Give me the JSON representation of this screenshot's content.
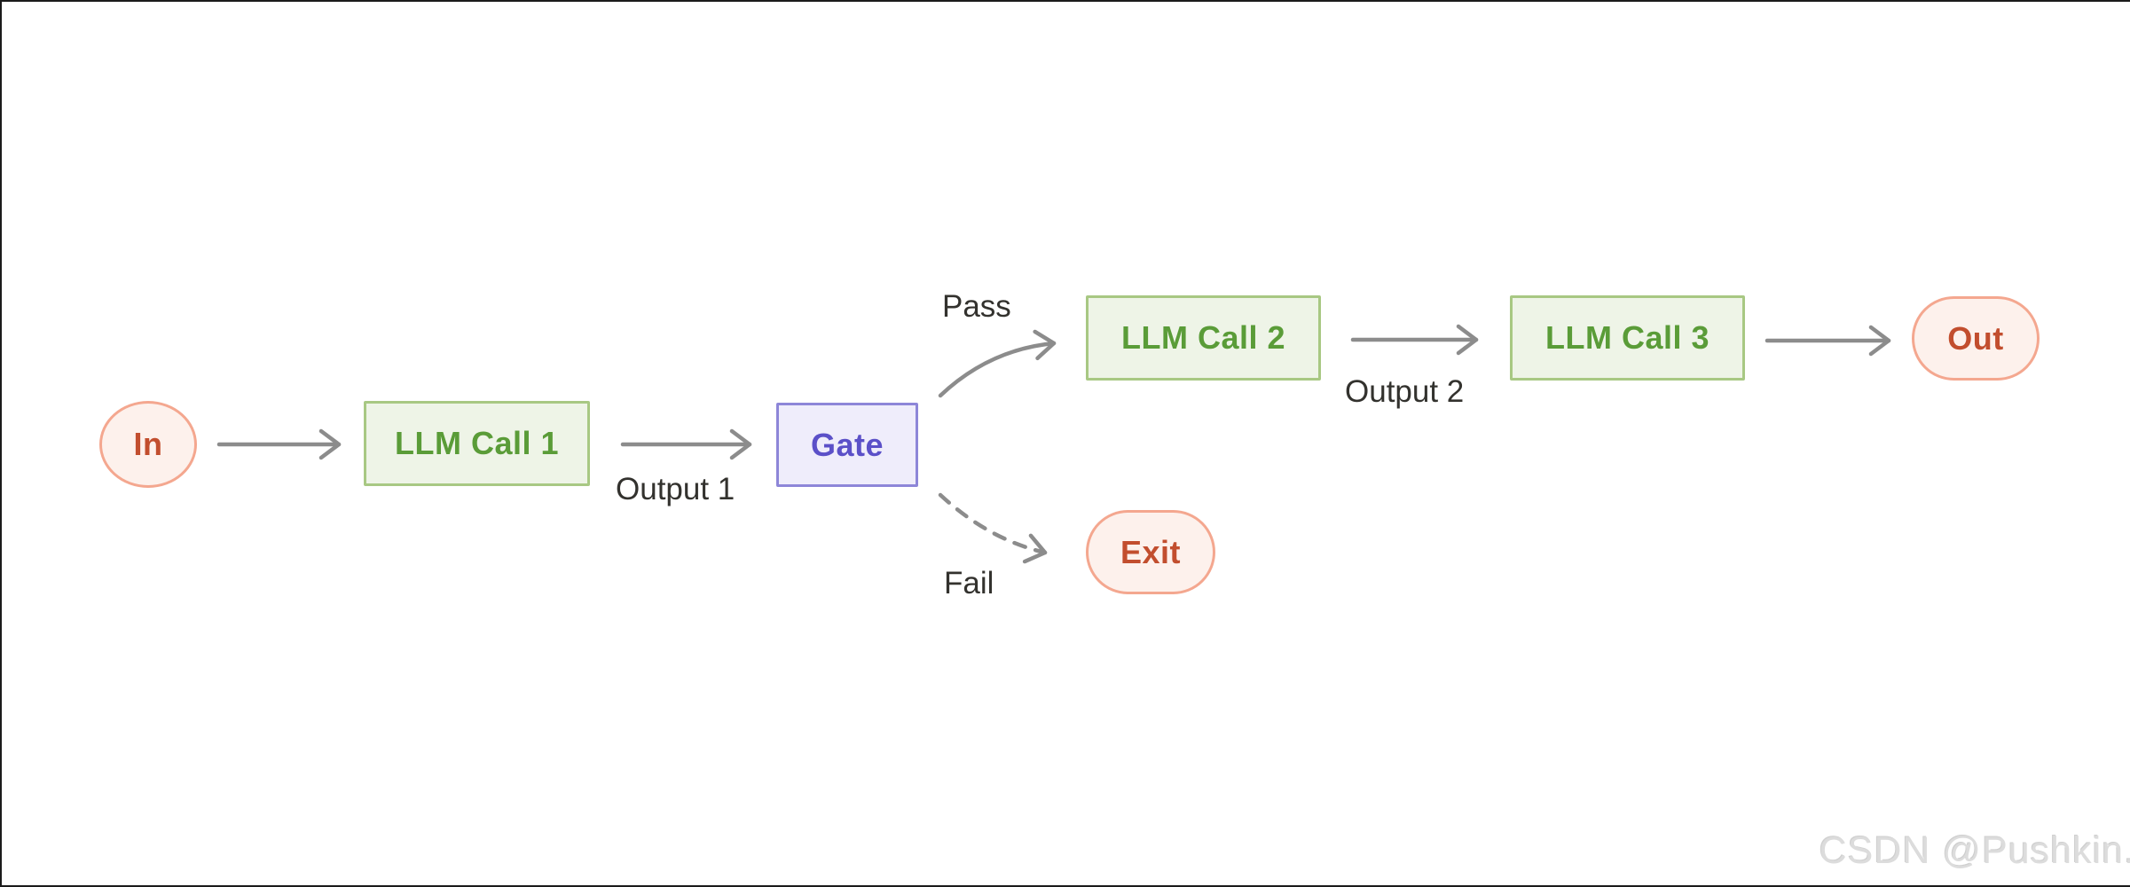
{
  "page": {
    "type": "flow-diagram",
    "description": "Prompt chaining workflow with gate check"
  },
  "theme": {
    "background": "#ffffff",
    "frame_border": "#1b1b1b",
    "edge_color": "#8c8c8c",
    "label_color": "#33322e",
    "green_fill": "#eef4e7",
    "green_border": "#a8c883",
    "green_text": "#5a9c38",
    "purple_fill": "#efedfb",
    "purple_border": "#8d86d8",
    "purple_text": "#5b50c8",
    "pink_fill": "#fdf1ec",
    "pink_border": "#f4a78f",
    "pink_text": "#c24e2e",
    "watermark_color": "#dcdcdc"
  },
  "diagram": {
    "nodes": {
      "in": {
        "label": "In",
        "type": "terminal"
      },
      "llm_call_1": {
        "label": "LLM Call 1",
        "type": "process"
      },
      "gate": {
        "label": "Gate",
        "type": "decision"
      },
      "llm_call_2": {
        "label": "LLM Call 2",
        "type": "process"
      },
      "llm_call_3": {
        "label": "LLM Call 3",
        "type": "process"
      },
      "out": {
        "label": "Out",
        "type": "terminal"
      },
      "exit": {
        "label": "Exit",
        "type": "terminal"
      }
    },
    "edges": [
      {
        "from": "In",
        "to": "LLM Call 1",
        "label": "",
        "style": "solid"
      },
      {
        "from": "LLM Call 1",
        "to": "Gate",
        "label": "Output 1",
        "style": "solid"
      },
      {
        "from": "Gate",
        "to": "LLM Call 2",
        "label": "Pass",
        "style": "curved-solid"
      },
      {
        "from": "Gate",
        "to": "Exit",
        "label": "Fail",
        "style": "curved-dashed"
      },
      {
        "from": "LLM Call 2",
        "to": "LLM Call 3",
        "label": "Output 2",
        "style": "solid"
      },
      {
        "from": "LLM Call 3",
        "to": "Out",
        "label": "",
        "style": "solid"
      }
    ]
  },
  "watermark": {
    "text": "CSDN @Pushkin."
  }
}
